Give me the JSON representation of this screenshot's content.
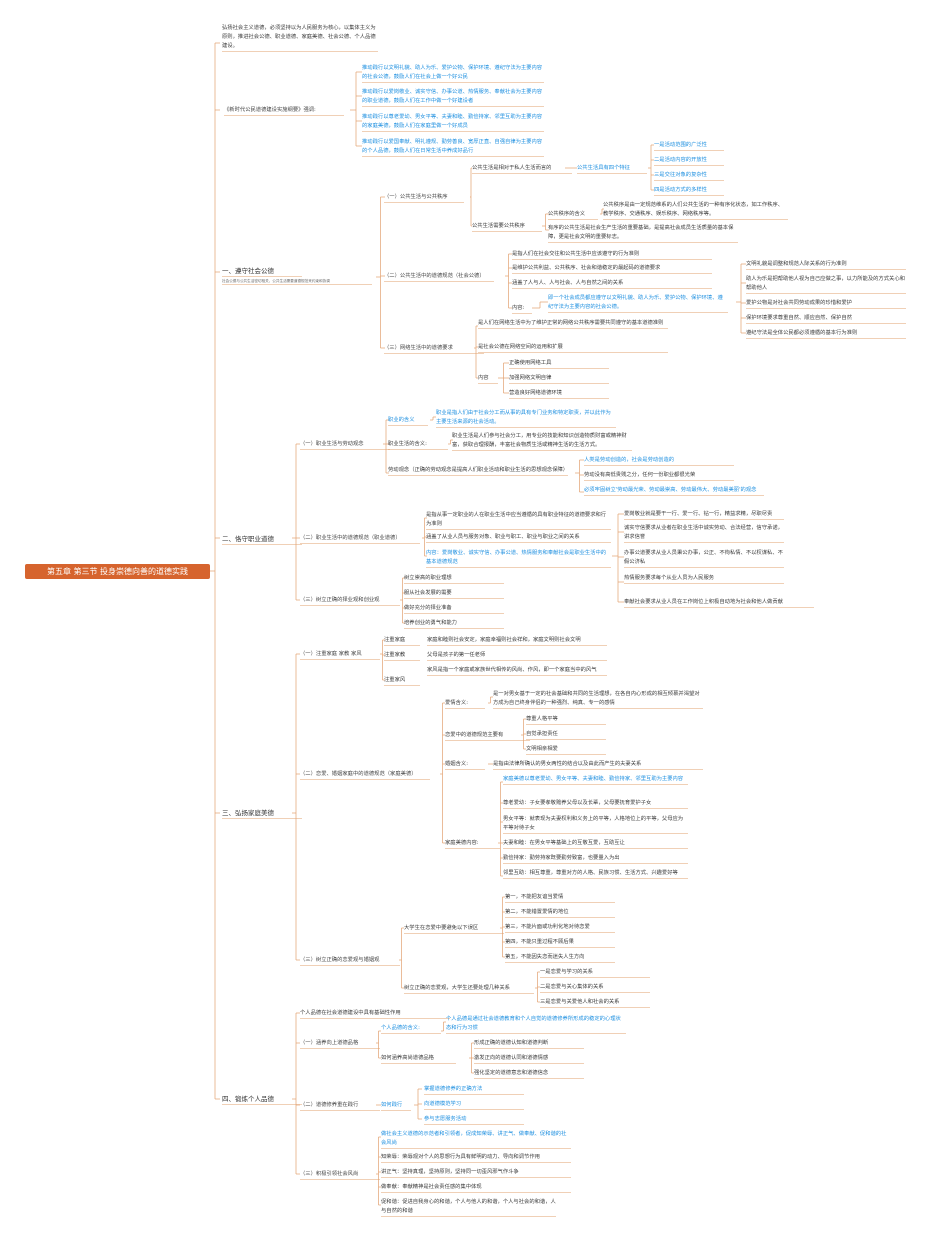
{
  "root": "第五章 第三节 投身崇德向善的道德实践",
  "intro": "弘扬社会主义道德，必须坚持以为人民服务为核心，以集体主义为原则，推进社会公德、职业道德、家庭美德、社会公德、个人品德建设。",
  "outline": {
    "title": "《新时代公民道德建设实施纲要》强调:",
    "items": [
      "推动践行以文明礼貌、助人为乐、爱护公物、保护环境、遵纪守法为主要内容的社会公德，鼓励人们在社会上做一个好公民",
      "推动践行以爱岗敬业、诚实守信、办事公道、热情服务、奉献社会为主要内容的职业道德，鼓励人们在工作中做一个好建设者",
      "推动践行以尊老爱幼、男女平等、夫妻和睦、勤俭持家、邻里互助为主要内容的家庭美德，鼓励人们在家庭里做一个好成员",
      "推动践行以爱国奉献、明礼遵规、勤劳善良、宽厚正直、自强自律为主要内容的个人品德，鼓励人们在日常生活中养成好品行"
    ]
  },
  "s1": {
    "title": "一、遵守社会公德",
    "caption": "社会公德与公共生活密切相关，公共生活需要道德规范来约束和协调",
    "a": "（一）公共生活与公共秩序",
    "a1": "公共生活是相对于私人生活而言的",
    "a1b": "公共生活具有四个特征",
    "features": [
      "一是活动范围的广泛性",
      "二是活动内容的开放性",
      "三是交往对象的复杂性",
      "四是活动方式的多样性"
    ],
    "a2": "公共生活需要公共秩序",
    "a2a": "公共秩序的含义",
    "a2a_text": "公共秩序是由一定规范维系的人们公共生活的一种有序化状态，如工作秩序、教学秩序、交通秩序、娱乐秩序、网络秩序等。",
    "a2b_text": "有序的公共生活是社会生产生活的重要基础，是提高社会成员生活质量的基本保障，更是社会文明的重要标志。",
    "b": "（二）公共生活中的道德规范（社会公德）",
    "b1": "是指人们在社会交往和公共生活中应该遵守的行为准则",
    "b2": "是维护公共利益、公共秩序、社会和谐稳定的最起码的道德要求",
    "b3": "涵盖了人与人、人与社会、人与自然之间的关系",
    "b_content_label": "内容:",
    "b_content": "即一个社会成员都应遵守以文明礼貌、助人为乐、爱护公物、保护环境、遵纪守法为主要内容的社会公德。",
    "right": [
      "文明礼貌是调整和规范人际关系的行为准则",
      "助人为乐是把帮助他人视为自己应做之事，以力所能及的方式关心和帮助他人",
      "爱护公物是对社会共同劳动成果的珍惜和爱护",
      "保护环境要求尊重自然、顺应自然、保护自然",
      "遵纪守法是全体公民都必须遵循的基本行为准则"
    ],
    "c": "（三）网络生活中的道德要求",
    "c1": "是人们在网络生活中为了维护正常的网络公共秩序需要共同遵守的基本道德准则",
    "c2": "是社会公德在网络空间的运用和扩展",
    "c3": "内容",
    "c_items": [
      "正确使用网络工具",
      "加强网络文明自律",
      "营造良好网络道德环境"
    ]
  },
  "s2": {
    "title": "二、恪守职业道德",
    "a": "（一）职业生活与劳动观念",
    "a1": "职业的含义",
    "a1_text": "职业是指人们由于社会分工而从事的具有专门业务和特定职责，并以此作为主要生活来源的社会活动。",
    "a2": "职业生活的含义:",
    "a2_text": "职业生活是人们参与社会分工，用专业的技能和知识创造物质财富或精神财富，获取合理报酬，丰富社会物质生活或精神生活的生活方式。",
    "a3": "劳动观念（正确的劳动观念是提高人们职业活动和职业生活的思想观念保障）",
    "a3_items": [
      "人类是劳动创造的，社会是劳动创造的",
      "劳动没有高低贵贱之分，任何一份职业都很光荣",
      "必须牢固树立'劳动最光荣、劳动最崇高、劳动最伟大、劳动最美丽'的观念"
    ],
    "b": "（二）职业生活中的道德规范（职业道德）",
    "b1": "是指从事一定职业的人在职业生活中应当遵循的具有职业特征的道德要求和行为准则",
    "b2": "涵盖了从业人员与服务对象、职业与职工、职业与职业之间的关系",
    "b3": "内容：爱岗敬业、诚实守信、办事公道、热情服务和奉献社会是职业生活中的基本道德规范",
    "right": [
      "爱岗敬业就是要干一行、爱一行、钻一行，精益求精，尽职尽责",
      "诚实守信要求从业者在职业生活中诚实劳动、合法经营，信守承诺，讲求信誉",
      "办事公道要求从业人员秉公办事，公正、不徇私情、不以权谋私、不假公济私",
      "热情服务要求每个从业人员为人民服务",
      "奉献社会要求从业人员在工作岗位上积极自动地为社会和他人做贡献"
    ],
    "c": "（三）树立正确的择业观和创业观",
    "c_items": [
      "树立崇高的职业理想",
      "服从社会发展的需要",
      "做好充分的择业准备",
      "培养创业的勇气和能力"
    ]
  },
  "s3": {
    "title": "三、弘扬家庭美德",
    "a": "（一）注重家庭 家教 家风",
    "a_rows": [
      {
        "k": "注重家庭",
        "v": "家庭和睦则社会安定，家庭幸福则社会祥和，家庭文明则社会文明"
      },
      {
        "k": "注重家教",
        "v": "父母是孩子的第一任老师"
      },
      {
        "k": "注重家风",
        "v": "家风是指一个家庭或家族世代相传的风尚、作风，即一个家庭当中的风气"
      }
    ],
    "b": "（二）恋爱、婚姻家庭中的道德规范（家庭美德）",
    "b1": "爱情含义:",
    "b1_text": "是一对男女基于一定的社会基础和共同的生活理想，在各自内心形成的相互倾慕并渴望对方成为自己终身伴侣的一种强烈、纯真、专一的感情",
    "b2": "恋爱中的道德规范主要有",
    "b2_items": [
      "尊重人格平等",
      "自觉承担责任",
      "文明相亲相爱"
    ],
    "b3": "婚姻含义:",
    "b3_text": "是指由法律所确认的男女两性的结合以及由此而产生的夫妻关系",
    "b4": "家庭美德内容:",
    "b4_head": "家庭美德以尊老爱幼、男女平等、夫妻和睦、勤俭持家、邻里互助为主要内容",
    "b4_items": [
      "尊老爱幼：子女要孝敬赡养父母以及长辈，父母要抚育爱护子女",
      "男女平等：就表现为夫妻权利和义务上的平等，人格地位上的平等，父母应为平等对待子女",
      "夫妻和睦：在男女平等基础上的互敬互爱，互助互让",
      "勤俭持家：勤劳持家既要勤劳致富，也要量入为出",
      "邻里互助：相互尊重，尊重对方的人格、民族习惯、生活方式、兴趣爱好等"
    ],
    "c": "（三）树立正确的恋爱观与婚姻观",
    "c1": "大学生在恋爱中要避免以下误区",
    "c1_items": [
      "第一，不能把友谊当爱情",
      "第二，不能错置爱情的地位",
      "第三，不能片面或功利化地对待恋爱",
      "第四，不能只重过程不顾后果",
      "第五，不能因失恋而迷失人生方向"
    ],
    "c2": "树立正确的恋爱观，大学生还要处理几种关系",
    "c2_items": [
      "一是恋爱与学习的关系",
      "二是恋爱与关心集体的关系",
      "三是恋爱与关爱他人和社会的关系"
    ]
  },
  "s4": {
    "title": "四、锻炼个人品德",
    "top": "个人品德在社会道德建设中具有基础性作用",
    "a": "（一）涵养向上道德品格",
    "a1": "个人品德的含义:",
    "a1_text": "个人品德是通过社会道德教育和个人自觉的道德修养所形成的稳定的心理状态和行为习惯",
    "a2": "如何涵养高尚道德品格",
    "a2_items": [
      "形成正确的道德认知和道德判断",
      "激发正向的道德认同和道德情感",
      "强化坚定的道德意志和道德信念"
    ],
    "b": "（二）道德修养重在践行",
    "b1": "如何践行",
    "b1_items": [
      "掌握道德修养的正确方法",
      "向道德模范学习",
      "参与志愿服务活动"
    ],
    "c": "（三）积极引领社会风尚",
    "c_head": "做社会主义道德的示范者和引领者，促成知荣辱、讲正气、做奉献、促和谐的社会风尚",
    "c_items": [
      "知荣辱：荣辱观对个人的思想行为具有鲜明的动力、导向和调节作用",
      "讲正气：坚持真理，坚持原则，坚持同一切歪风邪气作斗争",
      "做奉献：奉献精神是社会责任感的集中体现",
      "促和谐：促进自我身心的和谐，个人与他人的和谐，个人与社会的和谐，人与自然的和谐"
    ]
  },
  "colors": {
    "root": "#d6642e",
    "line": "#e2a06f",
    "accent": "#1d8fe0"
  }
}
